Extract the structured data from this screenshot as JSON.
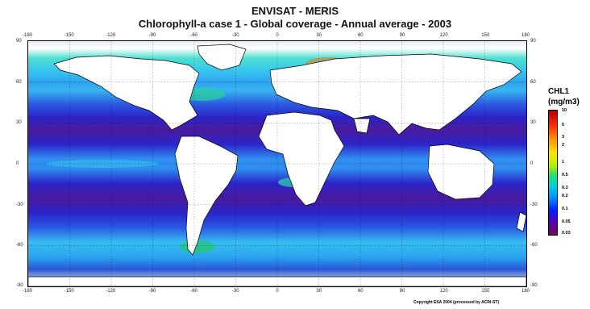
{
  "header": {
    "title": "ENVISAT - MERIS",
    "subtitle": "Chlorophyll-a case 1 - Global coverage - Annual average - 2003"
  },
  "map": {
    "lon_ticks": [
      "-180",
      "-150",
      "-120",
      "-90",
      "-60",
      "-30",
      "0",
      "30",
      "60",
      "90",
      "120",
      "150",
      "180"
    ],
    "lat_ticks": [
      "90",
      "60",
      "30",
      "0",
      "-30",
      "-60",
      "-90"
    ],
    "land_color": "#ffffff",
    "coast_color": "#000000",
    "ice_color": "#e9edf4"
  },
  "colorbar": {
    "title_line1": "CHL1",
    "title_line2": "(mg/m3)",
    "labels": [
      "10",
      "5",
      "3",
      "2",
      "1",
      "0.5",
      "0.3",
      "0.2",
      "0.1",
      "0.05",
      "0.03"
    ],
    "colors": [
      "#b00000",
      "#ff2a00",
      "#ff8a00",
      "#ffe400",
      "#b9f000",
      "#22e070",
      "#00d4d4",
      "#0091ff",
      "#0020ff",
      "#5a00b4",
      "#6a0a5a"
    ]
  },
  "credit": "Copyright ESA 2004 (processed by ACRI-ST)"
}
